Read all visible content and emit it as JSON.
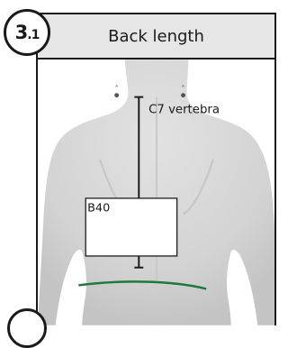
{
  "step": {
    "number": "3",
    "sub": ".1"
  },
  "panel": {
    "title": "Back length"
  },
  "figure": {
    "landmark_label": "C7 vertebra",
    "box_label": "B40",
    "palpation_marker": "˄",
    "waist_line_color": "#1e7a3c",
    "measure_line_color": "#1a1a1a"
  }
}
